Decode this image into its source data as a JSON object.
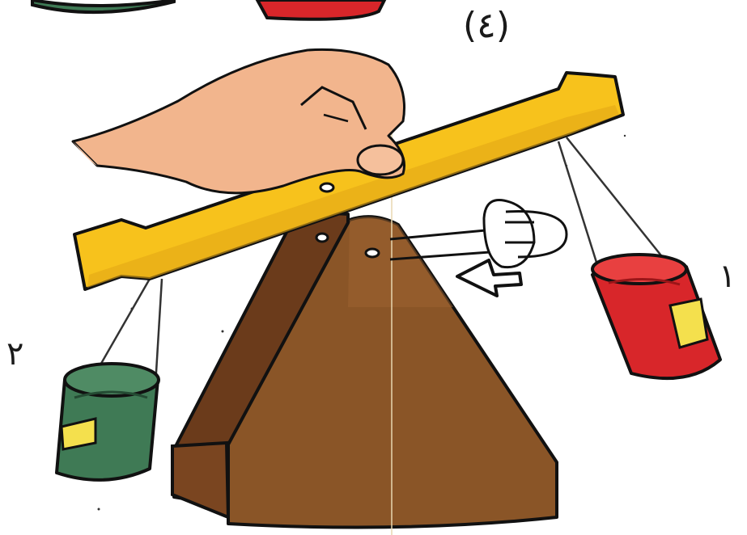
{
  "figure": {
    "step_label": "(٤)",
    "bucket_right_mark": "١",
    "bucket_left_mark": "٢",
    "colors": {
      "beam": "#f7c21c",
      "stand_front": "#8a5527",
      "stand_side": "#6b3b1b",
      "bucket_red": "#d8262a",
      "bucket_green": "#3f7a55",
      "tag": "#f4e04d",
      "skin": "#f2b58d",
      "outline": "#111111"
    },
    "icons": [
      "hand-icon",
      "pointer-arrow-icon",
      "pivot-hook-icon"
    ]
  }
}
